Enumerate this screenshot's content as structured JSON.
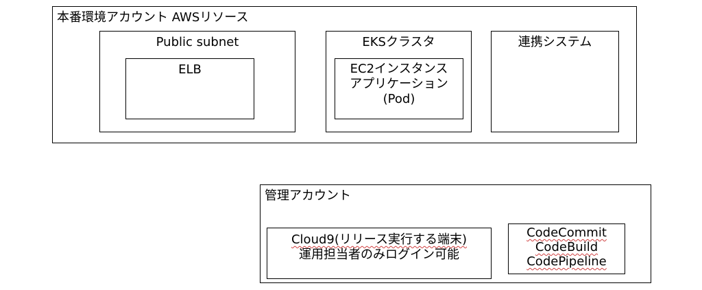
{
  "production_account": {
    "title": "本番環境アカウント AWSリソース",
    "public_subnet": {
      "title": "Public subnet",
      "elb": {
        "label": "ELB"
      }
    },
    "eks_cluster": {
      "title": "EKSクラスタ",
      "ec2_instance": {
        "lines": [
          "EC2インスタンス",
          "アプリケーション",
          "(Pod)"
        ]
      }
    },
    "integration_system": {
      "title": "連携システム"
    }
  },
  "management_account": {
    "title": "管理アカウント",
    "cloud9": {
      "lines": [
        "Cloud9(リリース実行する端末)",
        "運用担当者のみログイン可能"
      ]
    },
    "code_tools": {
      "lines": [
        "CodeCommit",
        "CodeBuild",
        "CodePipeline"
      ]
    }
  }
}
